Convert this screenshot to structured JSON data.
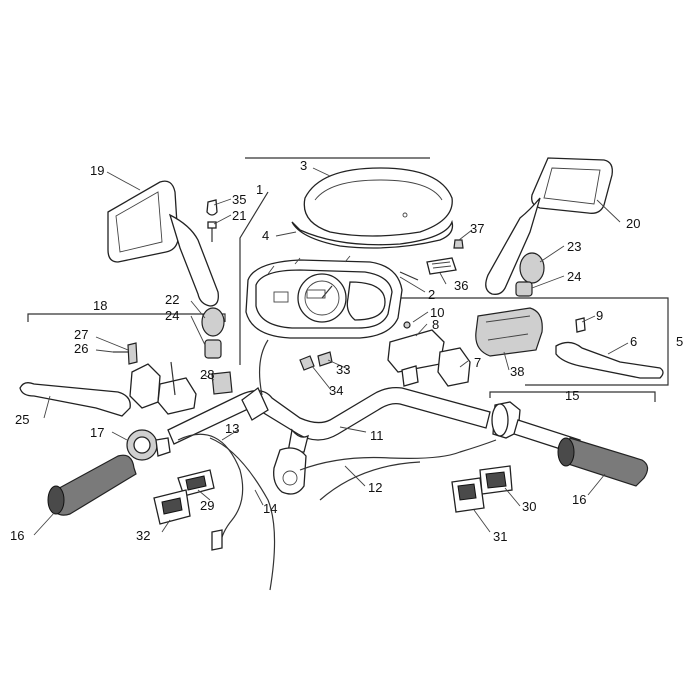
{
  "callouts": {
    "c1": "1",
    "c2": "2",
    "c3": "3",
    "c4": "4",
    "c5": "5",
    "c6": "6",
    "c7": "7",
    "c8": "8",
    "c9": "9",
    "c10": "10",
    "c11": "11",
    "c12": "12",
    "c13": "13",
    "c14": "14",
    "c15": "15",
    "c16a": "16",
    "c16b": "16",
    "c17": "17",
    "c18": "18",
    "c19": "19",
    "c20": "20",
    "c21": "21",
    "c22": "22",
    "c23": "23",
    "c24a": "24",
    "c24b": "24",
    "c25": "25",
    "c26": "26",
    "c27": "27",
    "c28": "28",
    "c29": "29",
    "c30": "30",
    "c31": "31",
    "c32": "32",
    "c33": "33",
    "c34": "34",
    "c35": "35",
    "c36": "36",
    "c37": "37",
    "c38": "38"
  }
}
